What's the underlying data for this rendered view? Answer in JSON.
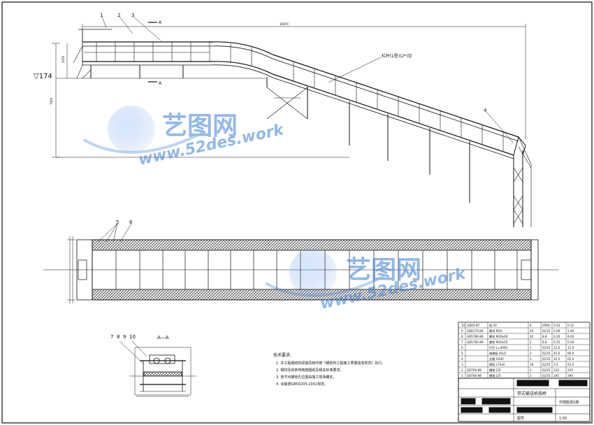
{
  "elevation_label": "▽174",
  "section_label": "A—A",
  "section_marker": "A",
  "callouts_top": [
    "1",
    "2",
    "3",
    "4"
  ],
  "callouts_plan": [
    "5",
    "6"
  ],
  "callouts_section": [
    "7",
    "8",
    "9",
    "10"
  ],
  "slope_note": "栏杆(L型)(2*)见",
  "notes": {
    "heading": "技术要求:",
    "lines": [
      "1. 本工程钢结构焊接及制作按《钢结构工程施工质量验收规范》执行。",
      "2. 钢材及焊条规格按图纸及相关标准要求。",
      "3. 各节点螺栓孔位置由施工现场确定。",
      "4. 涂装按GB50205-2001规定。"
    ]
  },
  "title_block": {
    "drawing_title": "带式输送机栈桥",
    "project": "中煤能源1期",
    "scale": "1:50",
    "sheet_label": "图号"
  },
  "bom_rows": [
    {
      "no": "10",
      "code": "GB93-87",
      "name": "垫 20",
      "qty": "4",
      "mat": "65Mn",
      "w1": "0.03",
      "w2": "0.12"
    },
    {
      "no": "9",
      "code": "GB6170-86",
      "name": "螺母 M20",
      "qty": "40",
      "mat": "Q235",
      "w1": "0.06",
      "w2": "2.40"
    },
    {
      "no": "8",
      "code": "GB5780-86",
      "name": "螺栓 M20x60",
      "qty": "40",
      "mat": "8.8",
      "w1": "0.20",
      "w2": "8.00"
    },
    {
      "no": "7",
      "code": "GB5782-86",
      "name": "螺栓 M20x50",
      "qty": "2",
      "mat": "8.8",
      "w1": "0.25",
      "w2": "0.50"
    },
    {
      "no": "6",
      "code": "",
      "name": "栏杆 L=4000",
      "qty": "1",
      "mat": "Q235",
      "w1": "12.0",
      "w2": "12.0"
    },
    {
      "no": "5",
      "code": "",
      "name": "格栅板 40x5",
      "qty": "2",
      "mat": "Q235",
      "w1": "45.0",
      "w2": "90.0"
    },
    {
      "no": "4",
      "code": "",
      "name": "支腿 H200",
      "qty": "2",
      "mat": "Q235",
      "w1": "32.5",
      "w2": "65.0"
    },
    {
      "no": "3",
      "code": "",
      "name": "横梁 L75x6",
      "qty": "18",
      "mat": "Q235",
      "w1": "3.5",
      "w2": "63.0"
    },
    {
      "no": "2",
      "code": "GB706-88",
      "name": "槽钢 [20",
      "qty": "2",
      "mat": "Q235",
      "w1": "110",
      "w2": "220"
    },
    {
      "no": "1",
      "code": "GB706-88",
      "name": "槽钢 [25",
      "qty": "2",
      "mat": "Q235",
      "w1": "195",
      "w2": "390"
    }
  ],
  "watermark": {
    "brand_cn": "艺图网",
    "brand_url": "www.52des.work"
  },
  "colors": {
    "line": "#111111",
    "watermark": "#3a7fd5"
  }
}
